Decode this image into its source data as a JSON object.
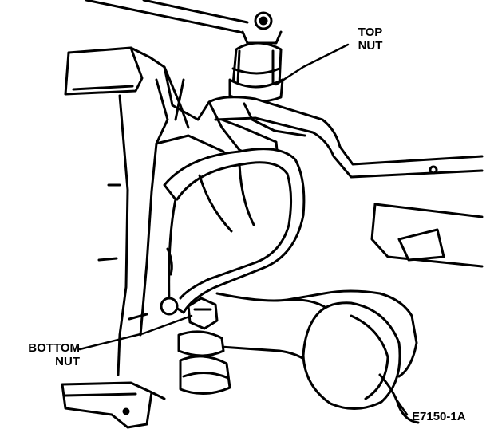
{
  "labels": {
    "top_nut": [
      "TOP",
      "NUT"
    ],
    "bottom_nut": [
      "BOTTOM",
      "NUT"
    ],
    "figure_code": "E7150-1A"
  },
  "colors": {
    "ink": "#000000",
    "paper": "#ffffff"
  }
}
